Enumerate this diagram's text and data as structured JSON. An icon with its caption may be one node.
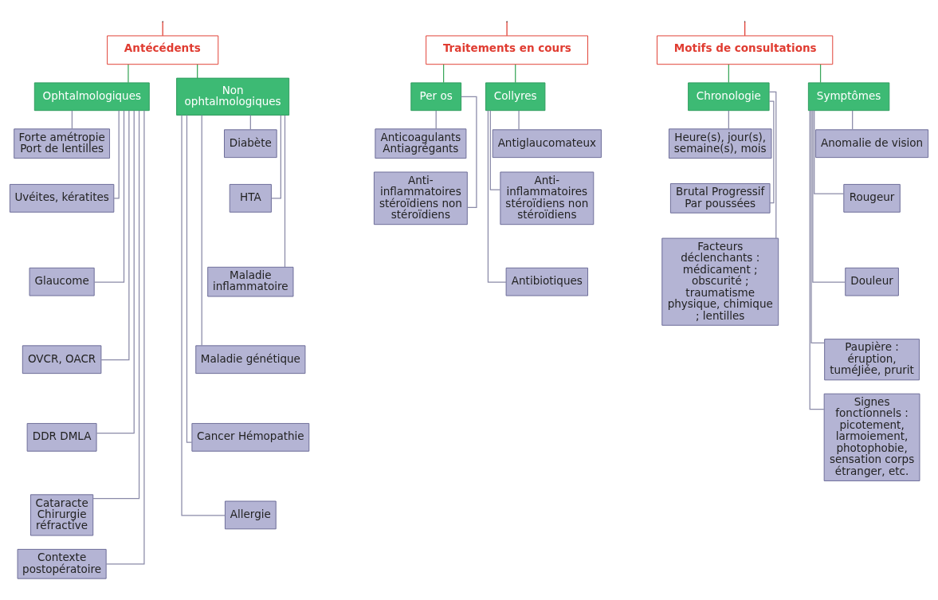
{
  "diagram": {
    "nodes": [
      {
        "text": [
          "Antécédents"
        ]
      },
      {
        "text": [
          "Ophtalmologiques"
        ]
      },
      {
        "text": [
          "Forte amétropie Port de lentilles"
        ]
      },
      {
        "text": [
          "Uvéites, kératites"
        ]
      },
      {
        "text": [
          "Glaucome"
        ]
      },
      {
        "text": [
          "OVCR, OACR"
        ]
      },
      {
        "text": [
          "DDR DMLA"
        ]
      },
      {
        "text": [
          "Cataracte Chirurgie réfractive"
        ]
      },
      {
        "text": [
          "Contexte postopératoire"
        ]
      },
      {
        "text": [
          "Non ophtalmologiques"
        ]
      },
      {
        "text": [
          "Diabète"
        ]
      },
      {
        "text": [
          "HTA"
        ]
      },
      {
        "text": [
          "Maladie inflammatoire"
        ]
      },
      {
        "text": [
          "Maladie génétique"
        ]
      },
      {
        "text": [
          "Cancer Hémopathie"
        ]
      },
      {
        "text": [
          "Allergie"
        ]
      },
      {
        "text": [
          "Traitements en cours"
        ]
      },
      {
        "text": [
          "Per os"
        ]
      },
      {
        "text": [
          "Anticoagulants Antiagrégants"
        ]
      },
      {
        "text": [
          "Anti- inflammatoires stéroïdiens non stéroïdiens"
        ]
      },
      {
        "text": [
          "Collyres"
        ]
      },
      {
        "text": [
          "Antiglaucomateux"
        ]
      },
      {
        "text": [
          "Anti- inflammatoires stéroïdiens non stéroïdiens"
        ]
      },
      {
        "text": [
          "Antibiotiques"
        ]
      },
      {
        "text": [
          "Motifs de consultations"
        ]
      },
      {
        "text": [
          "Chronologie"
        ]
      },
      {
        "text": [
          "Heure(s), jour(s), semaine(s), mois"
        ]
      },
      {
        "text": [
          "Brutal Progressif Par poussées"
        ]
      },
      {
        "text": [
          "Facteurs déclenchants : médicament ; obscurité ; traumatisme physique, chimique ; lentilles"
        ]
      },
      {
        "text": [
          "Symptômes"
        ]
      },
      {
        "text": [
          "Anomalie de vision"
        ]
      },
      {
        "text": [
          "Rougeur"
        ]
      },
      {
        "text": [
          "Douleur"
        ]
      },
      {
        "text": [
          "Paupière : éruption, tuméJiée, prurit"
        ]
      },
      {
        "text": [
          "Signes fonctionnels : picotement, larmoiement, photophobie, sensation corps étranger, etc."
        ]
      }
    ],
    "edges": [
      {
        "from": null,
        "to": 0,
        "arrow": "none",
        "color": "#e03c31"
      },
      {
        "from": null,
        "to": 16,
        "arrow": "none",
        "color": "#e03c31"
      },
      {
        "from": null,
        "to": 24,
        "arrow": "none",
        "color": "#e03c31"
      },
      {
        "from": 0,
        "to": 1,
        "arrow": "none",
        "color": "#3aa65a"
      },
      {
        "from": 0,
        "to": 9,
        "arrow": "none",
        "color": "#3aa65a"
      },
      {
        "from": 16,
        "to": 17,
        "arrow": "none",
        "color": "#3aa65a"
      },
      {
        "from": 16,
        "to": 20,
        "arrow": "none",
        "color": "#3aa65a"
      },
      {
        "from": 24,
        "to": 25,
        "arrow": "none",
        "color": "#3aa65a"
      },
      {
        "from": 24,
        "to": 29,
        "arrow": "none",
        "color": "#3aa65a"
      },
      {
        "from": 1,
        "to": 2,
        "arrow": "none"
      },
      {
        "from": 1,
        "to": 3,
        "arrow": "none"
      },
      {
        "from": 1,
        "to": 4,
        "arrow": "none"
      },
      {
        "from": 1,
        "to": 5,
        "arrow": "none"
      },
      {
        "from": 1,
        "to": 6,
        "arrow": "none"
      },
      {
        "from": 1,
        "to": 7,
        "arrow": "none"
      },
      {
        "from": 1,
        "to": 8,
        "arrow": "none"
      },
      {
        "from": 9,
        "to": 10,
        "arrow": "none"
      },
      {
        "from": 9,
        "to": 11,
        "arrow": "none"
      },
      {
        "from": 9,
        "to": 12,
        "arrow": "none"
      },
      {
        "from": 9,
        "to": 13,
        "arrow": "none"
      },
      {
        "from": 9,
        "to": 14,
        "arrow": "none"
      },
      {
        "from": 9,
        "to": 15,
        "arrow": "none"
      },
      {
        "from": 17,
        "to": 18,
        "arrow": "none"
      },
      {
        "from": 17,
        "to": 19,
        "arrow": "none"
      },
      {
        "from": 20,
        "to": 21,
        "arrow": "none"
      },
      {
        "from": 20,
        "to": 22,
        "arrow": "none"
      },
      {
        "from": 20,
        "to": 23,
        "arrow": "none"
      },
      {
        "from": 25,
        "to": 26,
        "arrow": "none"
      },
      {
        "from": 25,
        "to": 27,
        "arrow": "none"
      },
      {
        "from": 25,
        "to": 28,
        "arrow": "none"
      },
      {
        "from": 29,
        "to": 30,
        "arrow": "none"
      },
      {
        "from": 29,
        "to": 31,
        "arrow": "none"
      },
      {
        "from": 29,
        "to": 32,
        "arrow": "none"
      },
      {
        "from": 29,
        "to": 33,
        "arrow": "none"
      },
      {
        "from": 29,
        "to": 34,
        "arrow": "none"
      }
    ]
  }
}
